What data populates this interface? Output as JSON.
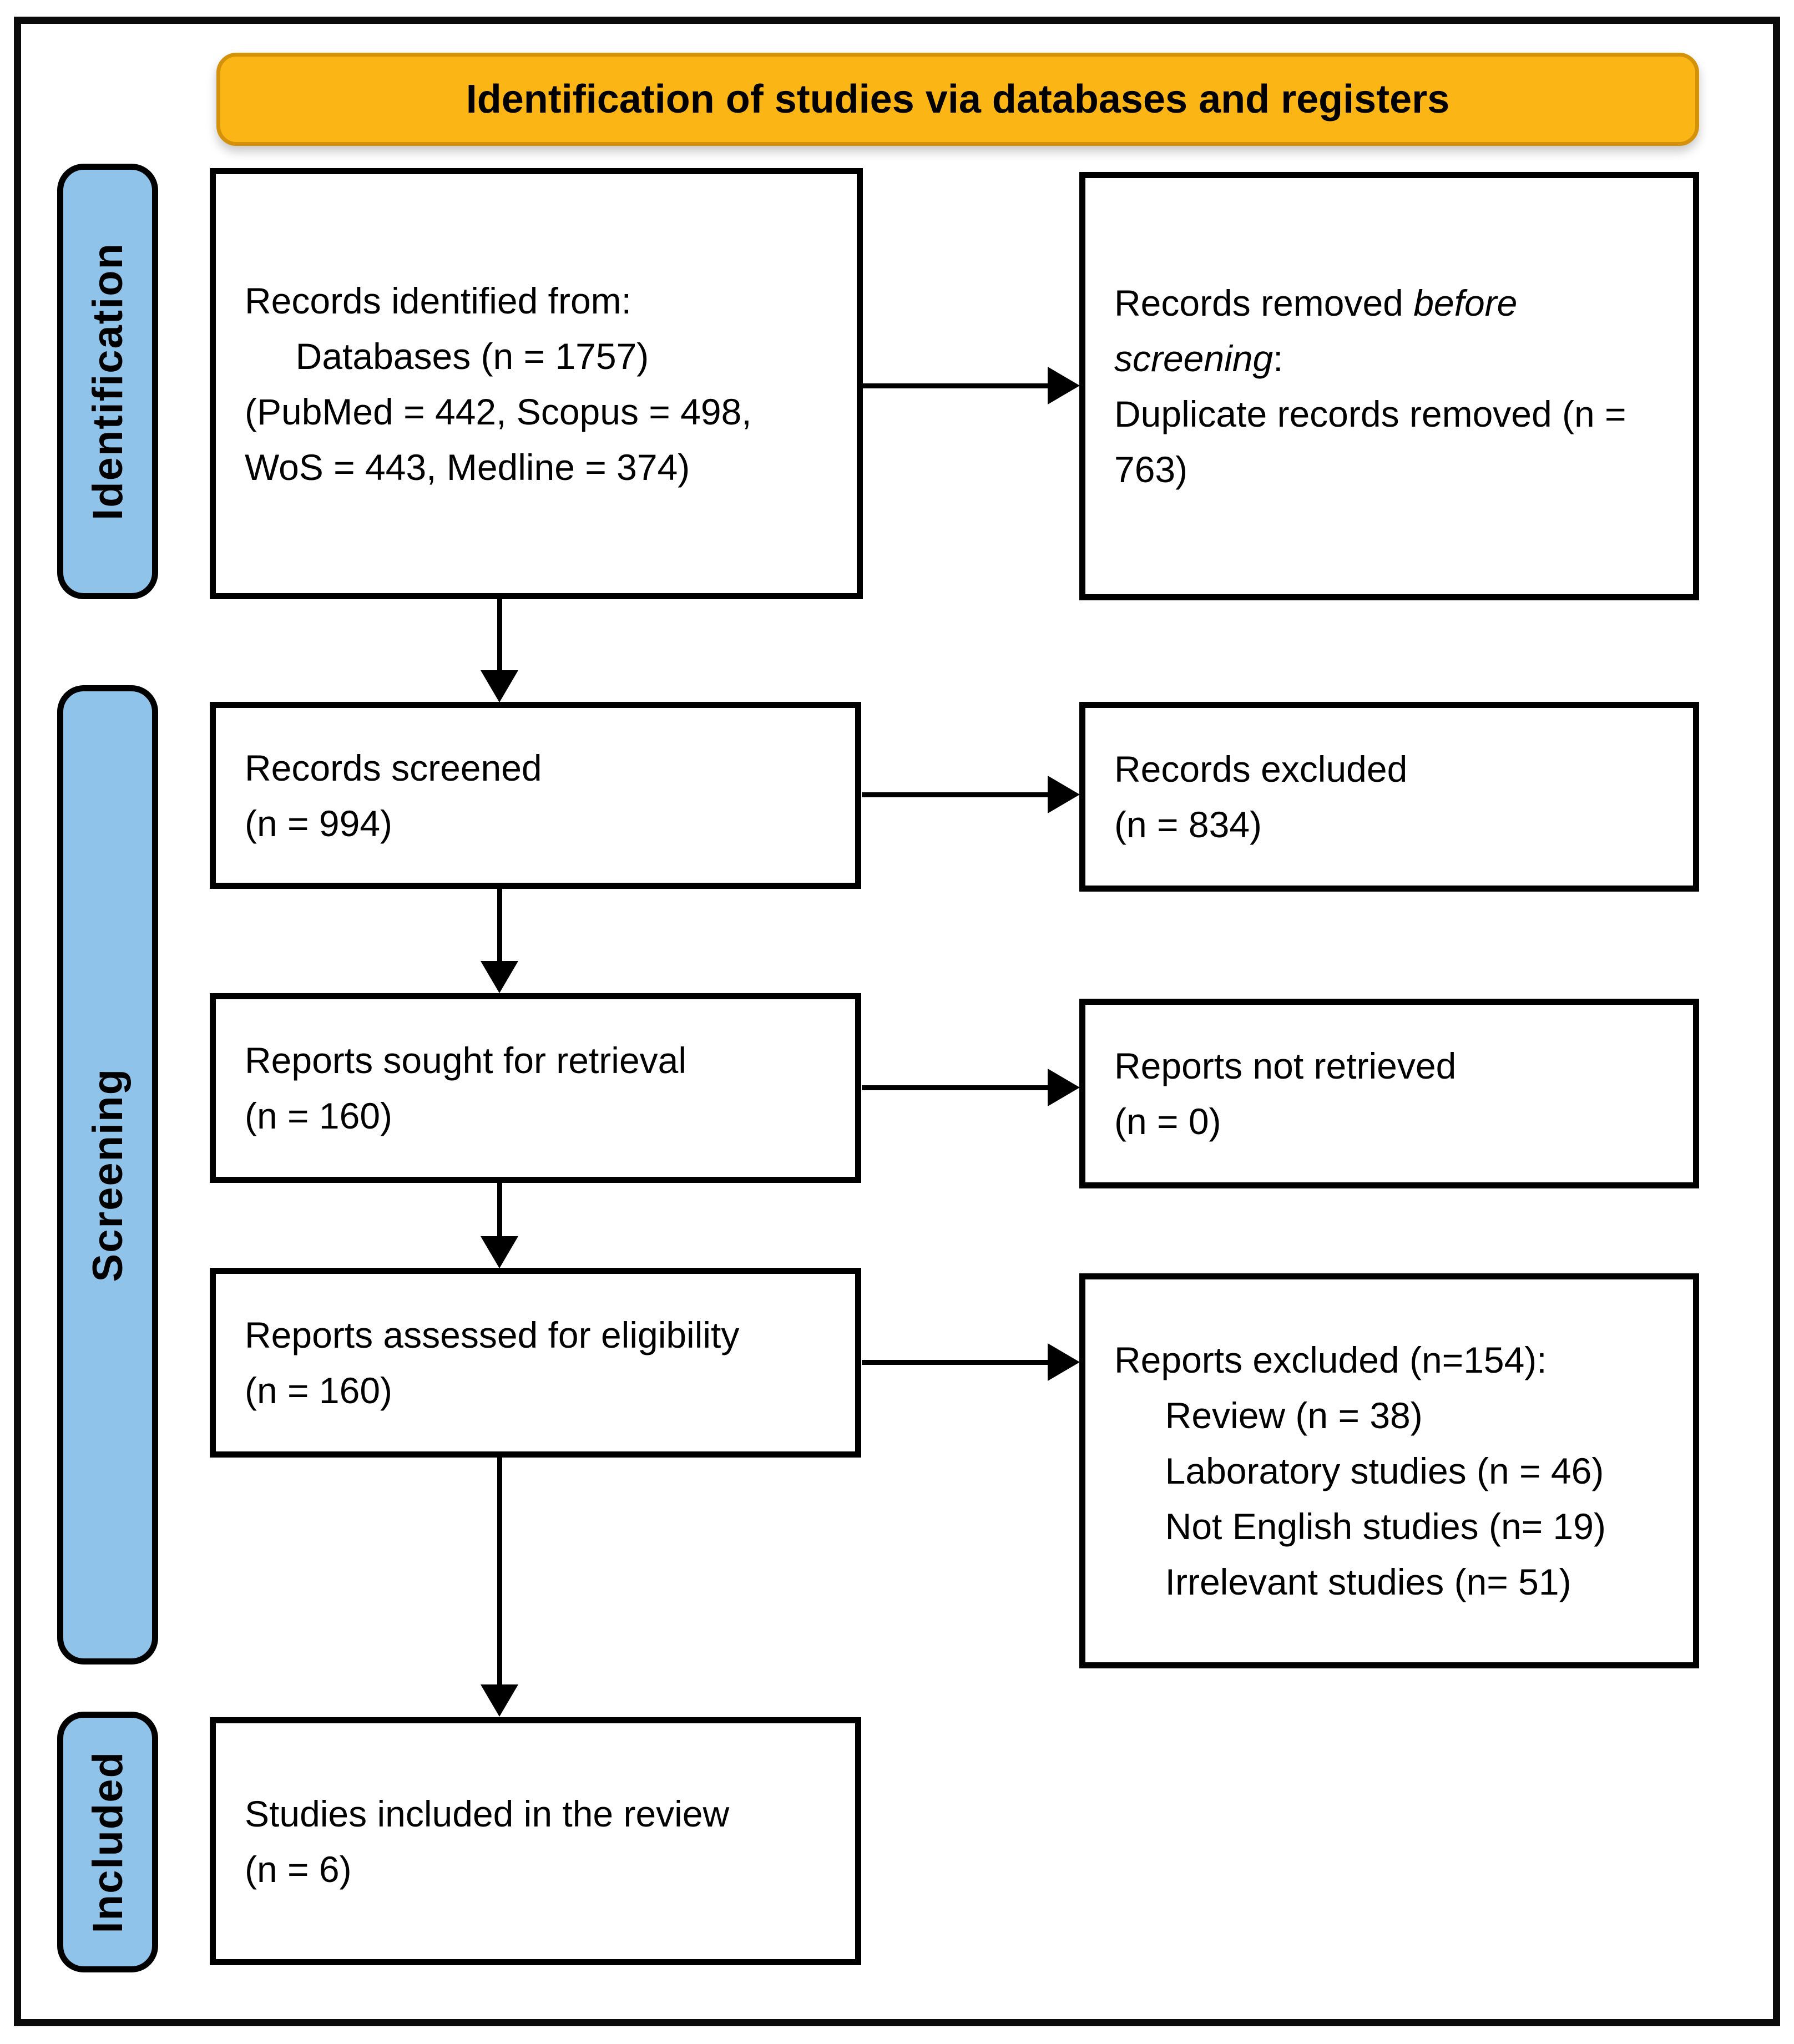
{
  "banner": {
    "title": "Identification of studies via databases and registers"
  },
  "stages": [
    {
      "id": "identification",
      "label": "Identification"
    },
    {
      "id": "screening",
      "label": "Screening"
    },
    {
      "id": "included",
      "label": "Included"
    }
  ],
  "boxes": {
    "records_identified": {
      "lines": [
        "Records identified from:",
        "     Databases (n = 1757)",
        "(PubMed = 442, Scopus = 498,",
        "WoS = 443, Medline = 374)"
      ]
    },
    "records_removed": {
      "lines": [
        [
          {
            "t": "Records removed "
          },
          {
            "t": "before",
            "i": true
          }
        ],
        [
          {
            "t": "screening",
            "i": true
          },
          {
            "t": ":"
          }
        ],
        "Duplicate records removed (n =",
        "763)"
      ]
    },
    "records_screened": {
      "lines": [
        "Records screened",
        "(n = 994)"
      ]
    },
    "records_excluded": {
      "lines": [
        "Records excluded",
        "(n = 834)"
      ]
    },
    "reports_sought": {
      "lines": [
        "Reports sought for retrieval",
        "(n = 160)"
      ]
    },
    "reports_not_retrieved": {
      "lines": [
        "Reports not retrieved",
        "(n = 0)"
      ]
    },
    "reports_assessed": {
      "lines": [
        "Reports assessed for eligibility",
        "(n = 160)"
      ]
    },
    "reports_excluded": {
      "lines": [
        "Reports excluded (n=154):",
        "     Review (n = 38)",
        "     Laboratory studies (n = 46)",
        "     Not English studies (n= 19)",
        "     Irrelevant studies (n= 51)"
      ]
    },
    "studies_included": {
      "lines": [
        "Studies included in the review",
        "(n = 6)"
      ]
    }
  },
  "colors": {
    "banner_fill": "#FBB615",
    "banner_border": "#D4920A",
    "stage_fill": "#8FC3E9",
    "box_background": "#FFFFFF",
    "line_color": "#000000"
  }
}
